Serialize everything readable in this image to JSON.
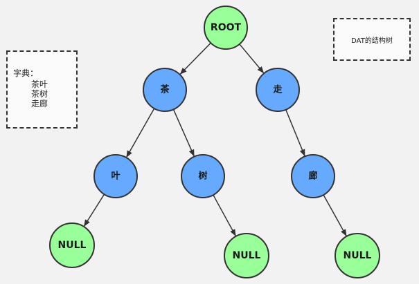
{
  "colors": {
    "green_node": "#99ff99",
    "blue_node": "#66aaff",
    "stroke": "#333333"
  },
  "nodes": {
    "root": {
      "label": "ROOT",
      "color": "green"
    },
    "cha": {
      "label": "茶",
      "color": "blue"
    },
    "zou": {
      "label": "走",
      "color": "blue"
    },
    "ye": {
      "label": "叶",
      "color": "blue"
    },
    "shu": {
      "label": "树",
      "color": "blue"
    },
    "lang": {
      "label": "廊",
      "color": "blue"
    },
    "null_ye": {
      "label": "NULL",
      "color": "green"
    },
    "null_shu": {
      "label": "NULL",
      "color": "green"
    },
    "null_lang": {
      "label": "NULL",
      "color": "green"
    }
  },
  "edges": [
    [
      "root",
      "cha"
    ],
    [
      "root",
      "zou"
    ],
    [
      "cha",
      "ye"
    ],
    [
      "cha",
      "shu"
    ],
    [
      "zou",
      "lang"
    ],
    [
      "ye",
      "null_ye"
    ],
    [
      "shu",
      "null_shu"
    ],
    [
      "lang",
      "null_lang"
    ]
  ],
  "dictionary": {
    "title": "字典：",
    "entries": [
      "茶叶",
      "茶树",
      "走廊"
    ]
  },
  "caption": "DAT的结构树"
}
